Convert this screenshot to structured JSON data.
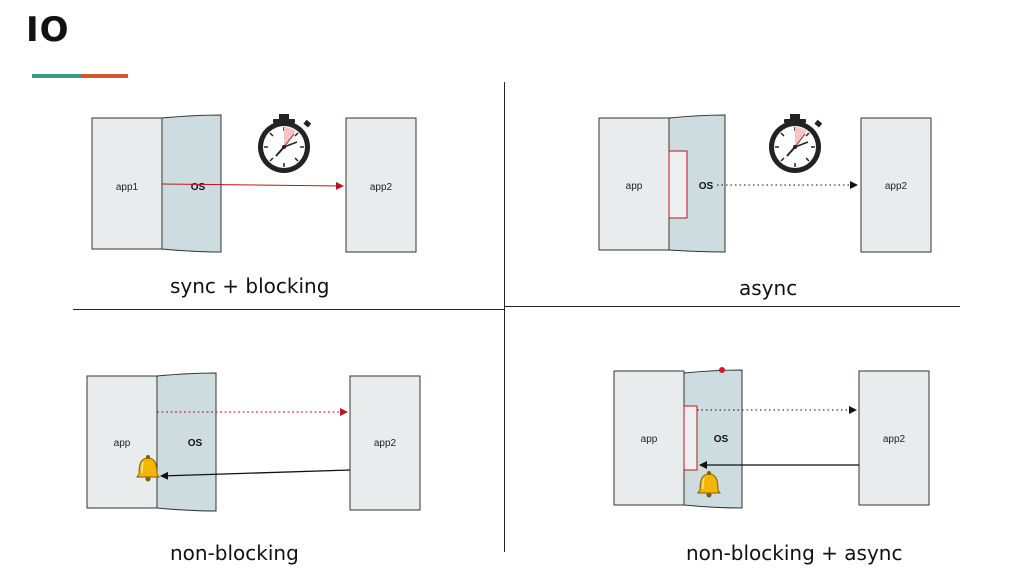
{
  "title": "IO",
  "colors": {
    "accent_green": "#3d9a84",
    "accent_orange": "#d9532b",
    "arrow_red": "#c0111f",
    "arrow_black": "#111111"
  },
  "quadrants": [
    {
      "caption": "sync + blocking",
      "app_label": "app1",
      "os_label": "OS",
      "target_label": "app2",
      "icons": [
        "stopwatch-icon"
      ]
    },
    {
      "caption": "async",
      "app_label": "app",
      "os_label": "OS",
      "target_label": "app2",
      "icons": [
        "stopwatch-icon"
      ]
    },
    {
      "caption": "non-blocking",
      "app_label": "app",
      "os_label": "OS",
      "target_label": "app2",
      "icons": [
        "bell-icon"
      ]
    },
    {
      "caption": "non-blocking + async",
      "app_label": "app",
      "os_label": "OS",
      "target_label": "app2",
      "icons": [
        "bell-icon"
      ]
    }
  ]
}
